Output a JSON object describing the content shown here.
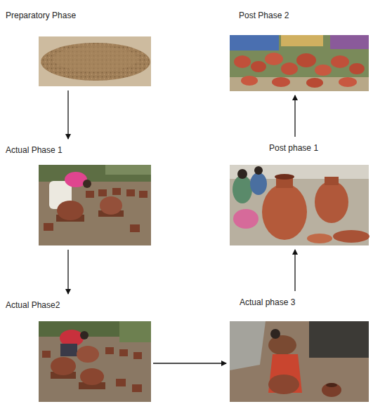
{
  "diagram": {
    "nodes": [
      {
        "text": [
          "Preparatory Phase"
        ]
      },
      {
        "text": [
          "Actual Phase 1"
        ]
      },
      {
        "text": [
          "Actual Phase2"
        ]
      },
      {
        "text": [
          "Actual phase 3"
        ]
      },
      {
        "text": [
          "Post phase 1"
        ]
      },
      {
        "text": [
          "Post Phase 2"
        ]
      }
    ],
    "edges": [
      {
        "from": 0,
        "to": 1,
        "arrow": "to"
      },
      {
        "from": 1,
        "to": 2,
        "arrow": "to"
      },
      {
        "from": 2,
        "to": 3,
        "arrow": "to"
      },
      {
        "from": 3,
        "to": 4,
        "arrow": "to"
      },
      {
        "from": 4,
        "to": 5,
        "arrow": "to"
      }
    ]
  }
}
